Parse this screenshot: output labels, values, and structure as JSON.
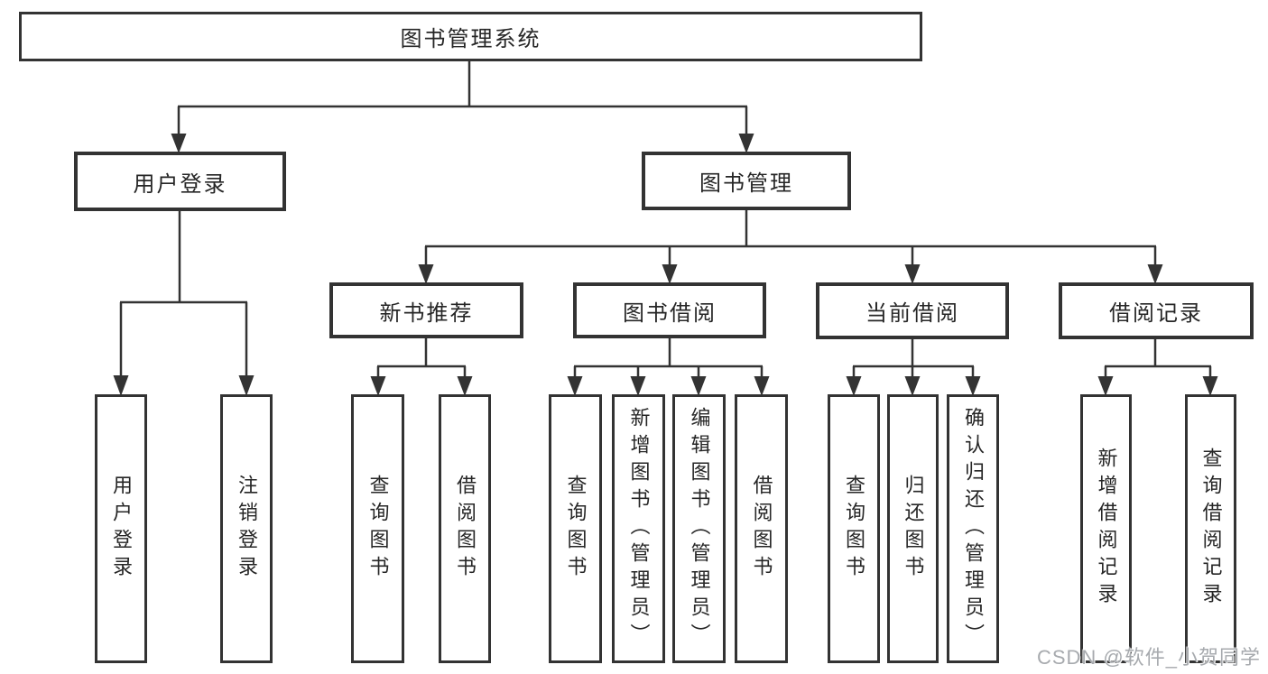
{
  "tree": {
    "root": {
      "label": "图书管理系统"
    },
    "children": [
      {
        "label": "用户登录",
        "children": [
          {
            "label": "用户登录"
          },
          {
            "label": "注销登录"
          }
        ]
      },
      {
        "label": "图书管理",
        "children": [
          {
            "label": "新书推荐",
            "children": [
              {
                "label": "查询图书"
              },
              {
                "label": "借阅图书"
              }
            ]
          },
          {
            "label": "图书借阅",
            "children": [
              {
                "label": "查询图书"
              },
              {
                "label": "新增图书（管理员）"
              },
              {
                "label": "编辑图书（管理员）"
              },
              {
                "label": "借阅图书"
              }
            ]
          },
          {
            "label": "当前借阅",
            "children": [
              {
                "label": "查询图书"
              },
              {
                "label": "归还图书"
              },
              {
                "label": "确认归还（管理员）"
              }
            ]
          },
          {
            "label": "借阅记录",
            "children": [
              {
                "label": "新增借阅记录"
              },
              {
                "label": "查询借阅记录"
              }
            ]
          }
        ]
      }
    ]
  },
  "watermark": {
    "text": "CSDN @软件_小贺同学"
  },
  "colors": {
    "line": "#333333",
    "text": "#262626",
    "background": "#ffffff",
    "watermark": "#a7aaae"
  }
}
